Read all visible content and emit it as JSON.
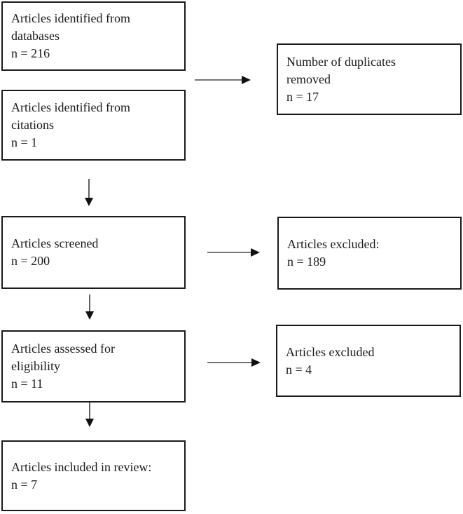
{
  "diagram": {
    "type": "flowchart",
    "description": "Article selection flow diagram",
    "colors": {
      "background": "#ffffff",
      "box_border": "#1a1a1a",
      "text": "#1a1a1a",
      "arrow_line": "#6e6e6e",
      "arrow_head": "#111111"
    },
    "boxes": [
      {
        "id": "identified-databases",
        "lines": [
          "Articles identified from",
          "databases",
          "n = 216"
        ]
      },
      {
        "id": "identified-citations",
        "lines": [
          "Articles identified from",
          "citations",
          "n = 1"
        ]
      },
      {
        "id": "duplicates-removed",
        "lines": [
          "Number of duplicates",
          "removed",
          "n = 17"
        ]
      },
      {
        "id": "screened",
        "lines": [
          "Articles screened",
          "n = 200"
        ]
      },
      {
        "id": "excluded-screening",
        "lines": [
          "Articles excluded:",
          "n = 189"
        ]
      },
      {
        "id": "assessed-eligibility",
        "lines": [
          "Articles assessed for",
          "eligibility",
          "n = 11"
        ]
      },
      {
        "id": "excluded-eligibility",
        "lines": [
          "Articles excluded",
          "n = 4"
        ]
      },
      {
        "id": "included-review",
        "lines": [
          "Articles included in review:",
          "n = 7"
        ]
      }
    ]
  }
}
